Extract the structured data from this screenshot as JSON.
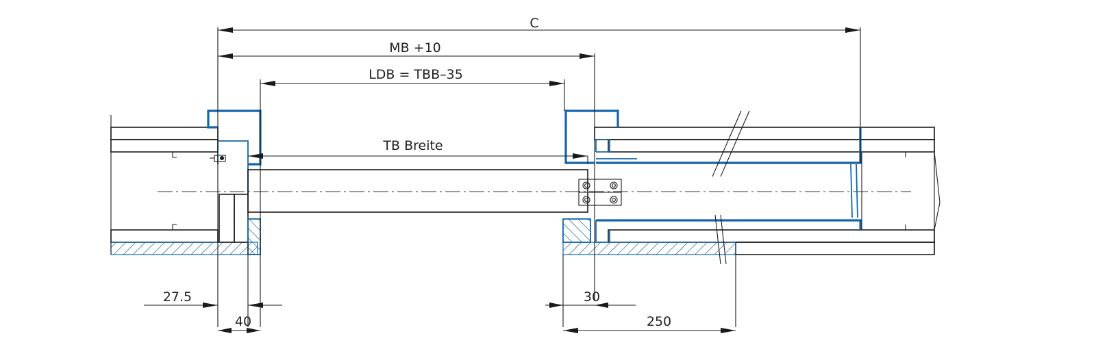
{
  "drawing": {
    "title": "Schiebetür Querschnitt",
    "colors": {
      "line": "#1a1a1a",
      "frame_blue": "#1565a8",
      "background": "#ffffff"
    },
    "dimensions": {
      "c": "C",
      "mb": "MB +10",
      "ldb": "LDB = TBB–35",
      "tb": "TB Breite",
      "d27": "27.5",
      "d40": "40",
      "d30": "30",
      "d250": "250"
    }
  }
}
